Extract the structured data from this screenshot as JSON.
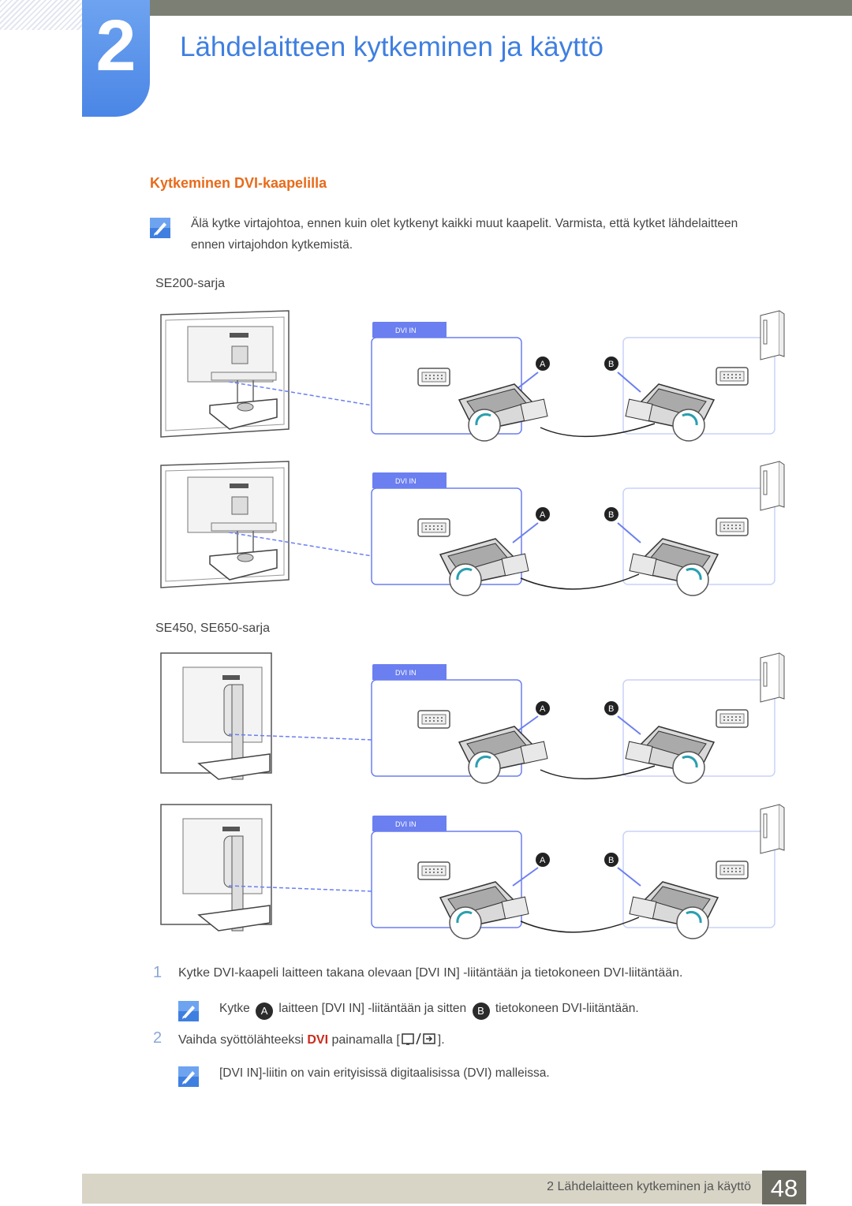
{
  "header": {
    "chapter_number": "2",
    "chapter_title": "Lähdelaitteen kytkeminen ja käyttö"
  },
  "section": {
    "title": "Kytkeminen DVI-kaapelilla"
  },
  "note_top": {
    "line1": "Älä kytke virtajohtoa, ennen kuin olet kytkenyt kaikki muut kaapelit. Varmista, että kytket lähdelaitteen",
    "line2": "ennen virtajohdon kytkemistä."
  },
  "series_1": "SE200-sarja",
  "series_2": "SE450, SE650-sarja",
  "figure": {
    "port_label": "DVI IN",
    "marker_a": "A",
    "marker_b": "B"
  },
  "steps": {
    "step1_num": "1",
    "step1_text": "Kytke DVI-kaapeli laitteen takana olevaan [DVI IN] -liitäntään ja tietokoneen DVI-liitäntään.",
    "note1_pre": "Kytke",
    "note1_a": "A",
    "note1_mid": "laitteen [DVI IN] -liitäntään ja sitten",
    "note1_b": "B",
    "note1_post": "tietokoneen DVI-liitäntään.",
    "step2_num": "2",
    "step2_pre": "Vaihda syöttölähteeksi",
    "step2_dvi": "DVI",
    "step2_mid": "painamalla [",
    "step2_post": "].",
    "note2_text": "[DVI IN]-liitin on vain erityisissä digitaalisissa (DVI) malleissa."
  },
  "footer": {
    "text": "2 Lähdelaitteen kytkeminen ja käyttö",
    "page": "48"
  },
  "colors": {
    "accent_blue": "#3f7fe0",
    "section_orange": "#e86b1a",
    "dvi_red": "#cc2a1a",
    "diagram_blue": "#6b7ff0"
  }
}
